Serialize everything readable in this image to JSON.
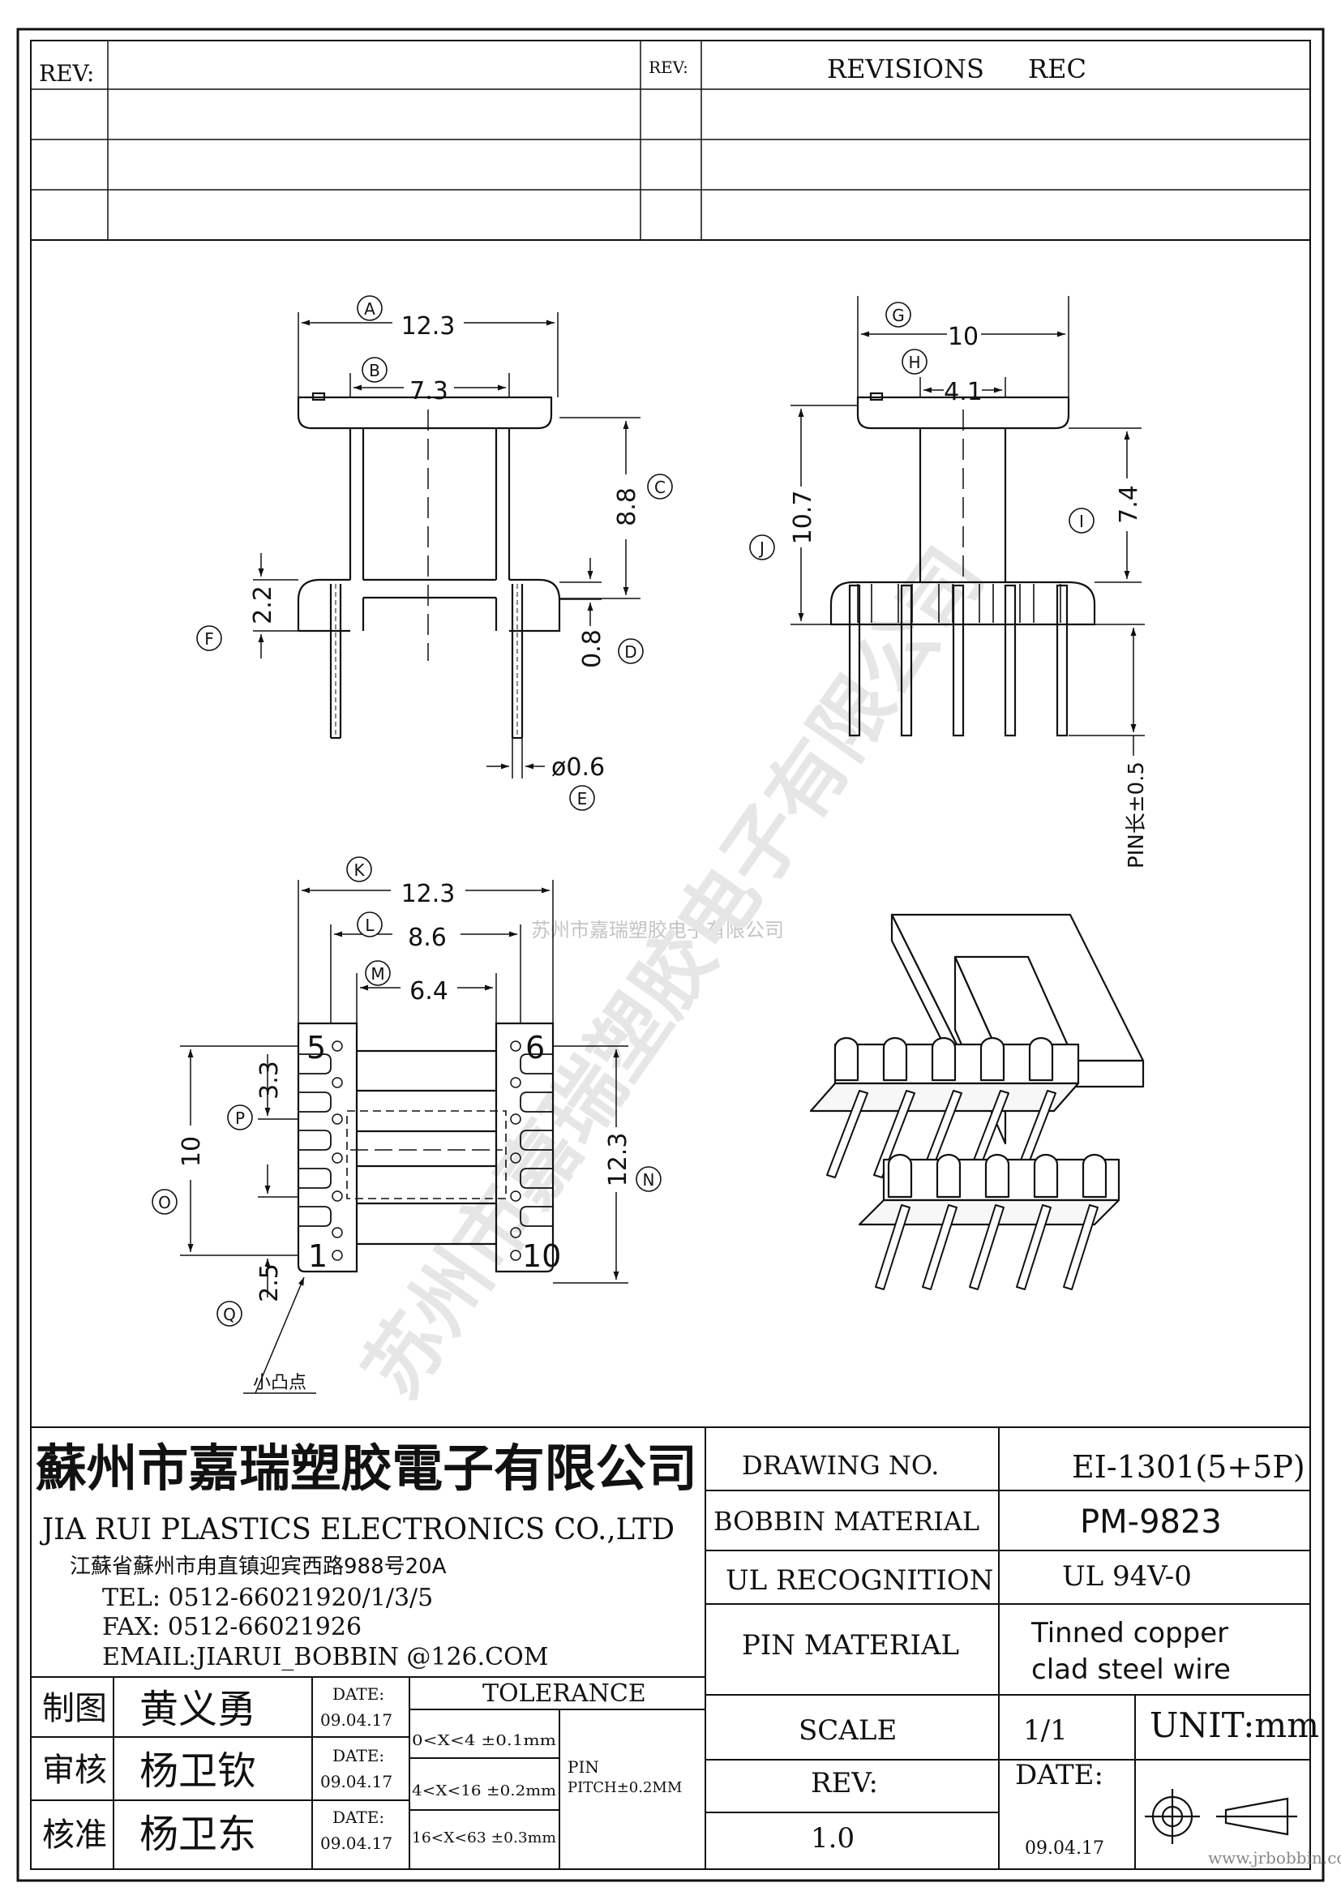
{
  "revisions": {
    "rev_label_left": "REV:",
    "rev_label_right": "REV:",
    "revisions_title": "REVISIONS",
    "rec_label": "REC"
  },
  "top_view": {
    "dim_a_marker": "A",
    "dim_a_value": "12.3",
    "dim_b_marker": "B",
    "dim_b_value": "7.3",
    "dim_c_marker": "C",
    "dim_c_value": "8.8",
    "dim_d_marker": "D",
    "dim_d_value": "0.8",
    "dim_e_marker": "E",
    "dim_e_value": "ø0.6",
    "dim_f_marker": "F",
    "dim_f_value": "2.2"
  },
  "side_view": {
    "dim_g_marker": "G",
    "dim_g_value": "10",
    "dim_h_marker": "H",
    "dim_h_value": "4.1",
    "dim_i_marker": "I",
    "dim_i_value": "7.4",
    "dim_j_marker": "J",
    "dim_j_value": "10.7",
    "pin_length_note": "PIN长±0.5"
  },
  "bottom_view": {
    "dim_k_marker": "K",
    "dim_k_value": "12.3",
    "dim_l_marker": "L",
    "dim_l_value": "8.6",
    "dim_m_marker": "M",
    "dim_m_value": "6.4",
    "dim_n_marker": "N",
    "dim_n_value": "12.3",
    "dim_o_marker": "O",
    "dim_o_value": "10",
    "dim_p_marker": "P",
    "dim_p_value": "3.3",
    "dim_q_marker": "Q",
    "dim_q_value": "2.5",
    "pin_5": "5",
    "pin_6": "6",
    "pin_1": "1",
    "pin_10": "10",
    "bump_note": "小凸点"
  },
  "watermark": {
    "company_cn": "苏州市嘉瑞塑胶电子有限公司"
  },
  "title_block": {
    "company_cn": "蘇州市嘉瑞塑胶電子有限公司",
    "company_en": "JIA RUI PLASTICS ELECTRONICS CO.,LTD",
    "address": "江蘇省蘇州市甪直镇迎宾西路988号20A",
    "tel": "TEL: 0512-66021920/1/3/5",
    "fax": "FAX: 0512-66021926",
    "email": "EMAIL:JIARUI_BOBBIN @126.COM",
    "drawing_no_label": "DRAWING NO.",
    "drawing_no_value": "EI-1301(5+5P)",
    "bobbin_material_label": "BOBBIN MATERIAL",
    "bobbin_material_value": "PM-9823",
    "ul_label": "UL RECOGNITION",
    "ul_value": "UL 94V-0",
    "pin_material_label": "PIN MATERIAL",
    "pin_material_value_1": "Tinned copper",
    "pin_material_value_2": "clad steel wire",
    "scale_label": "SCALE",
    "scale_value": "1/1",
    "unit_label": "UNIT:mm",
    "rev_label": "REV:",
    "rev_value": "1.0",
    "date_label_big": "DATE:",
    "date_value_big": "09.04.17",
    "drawn_label": "制图",
    "drawn_name": "黄义勇",
    "checked_label": "审核",
    "checked_name": "杨卫钦",
    "approved_label": "核准",
    "approved_name": "杨卫东",
    "date_label": "DATE:",
    "date_drawn": "09.04.17",
    "date_checked": "09.04.17",
    "date_approved": "09.04.17",
    "tolerance_label": "TOLERANCE",
    "tol_1": "0<X<4 ±0.1mm",
    "tol_2": "4<X<16 ±0.2mm",
    "tol_3": "16<X<63 ±0.3mm",
    "pin_pitch_1": "PIN",
    "pin_pitch_2": "PITCH±0.2MM"
  },
  "footer": {
    "website": "www.jrbobbin.com"
  }
}
